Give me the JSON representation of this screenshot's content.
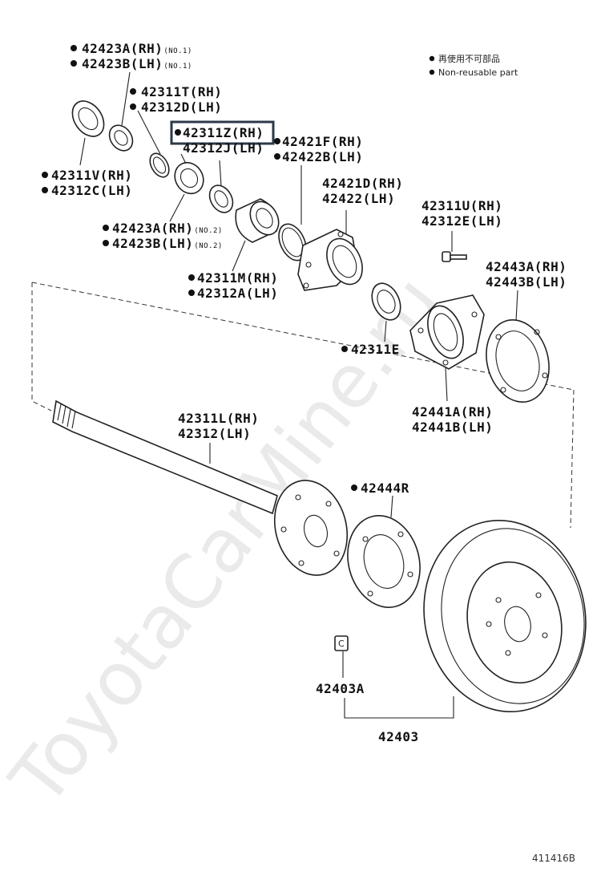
{
  "legend": {
    "jp": "再使用不可部品",
    "en": "Non-reusable part"
  },
  "figure_number": "411416B",
  "watermark": "ToyotaCarMine.ru",
  "labels": {
    "l42423A_RH": "42423A(RH)",
    "l42423A_RH_sub": "(NO.1)",
    "l42423B_LH": "42423B(LH)",
    "l42423B_LH_sub": "(NO.1)",
    "l42311T": "42311T(RH)",
    "l42312D": "42312D(LH)",
    "l42311Z": "42311Z(RH)",
    "l42312J": "42312J(LH)",
    "l42421F": "42421F(RH)",
    "l42422B": "42422B(LH)",
    "l42311V": "42311V(RH)",
    "l42312C": "42312C(LH)",
    "l42421D": "42421D(RH)",
    "l42422": "42422(LH)",
    "l42311U": "42311U(RH)",
    "l42312E": "42312E(LH)",
    "l42423A2": "42423A(RH)",
    "l42423A2_sub": "(NO.2)",
    "l42423B2": "42423B(LH)",
    "l42423B2_sub": "(NO.2)",
    "l42443A": "42443A(RH)",
    "l42443B": "42443B(LH)",
    "l42311M": "42311M(RH)",
    "l42312A": "42312A(LH)",
    "l42311E": "42311E",
    "l42441A": "42441A(RH)",
    "l42441B": "42441B(LH)",
    "l42311L": "42311L(RH)",
    "l42312": "42312(LH)",
    "l42444R": "42444R",
    "l42403A": "42403A",
    "l42403": "42403",
    "clip_mark": "C"
  }
}
